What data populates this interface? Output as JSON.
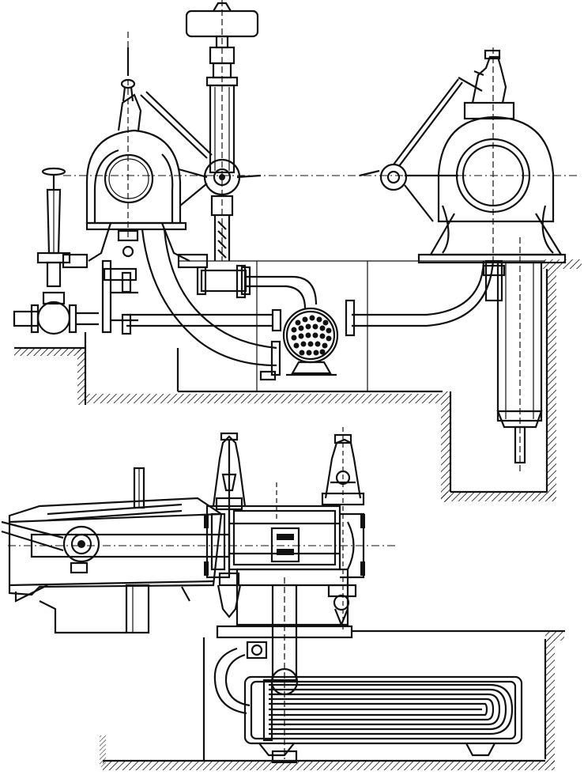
{
  "figure": {
    "kind": "engraving",
    "views": [
      "elevation",
      "section"
    ],
    "colors": {
      "ink": "#111111",
      "paper": "#ffffff"
    }
  }
}
